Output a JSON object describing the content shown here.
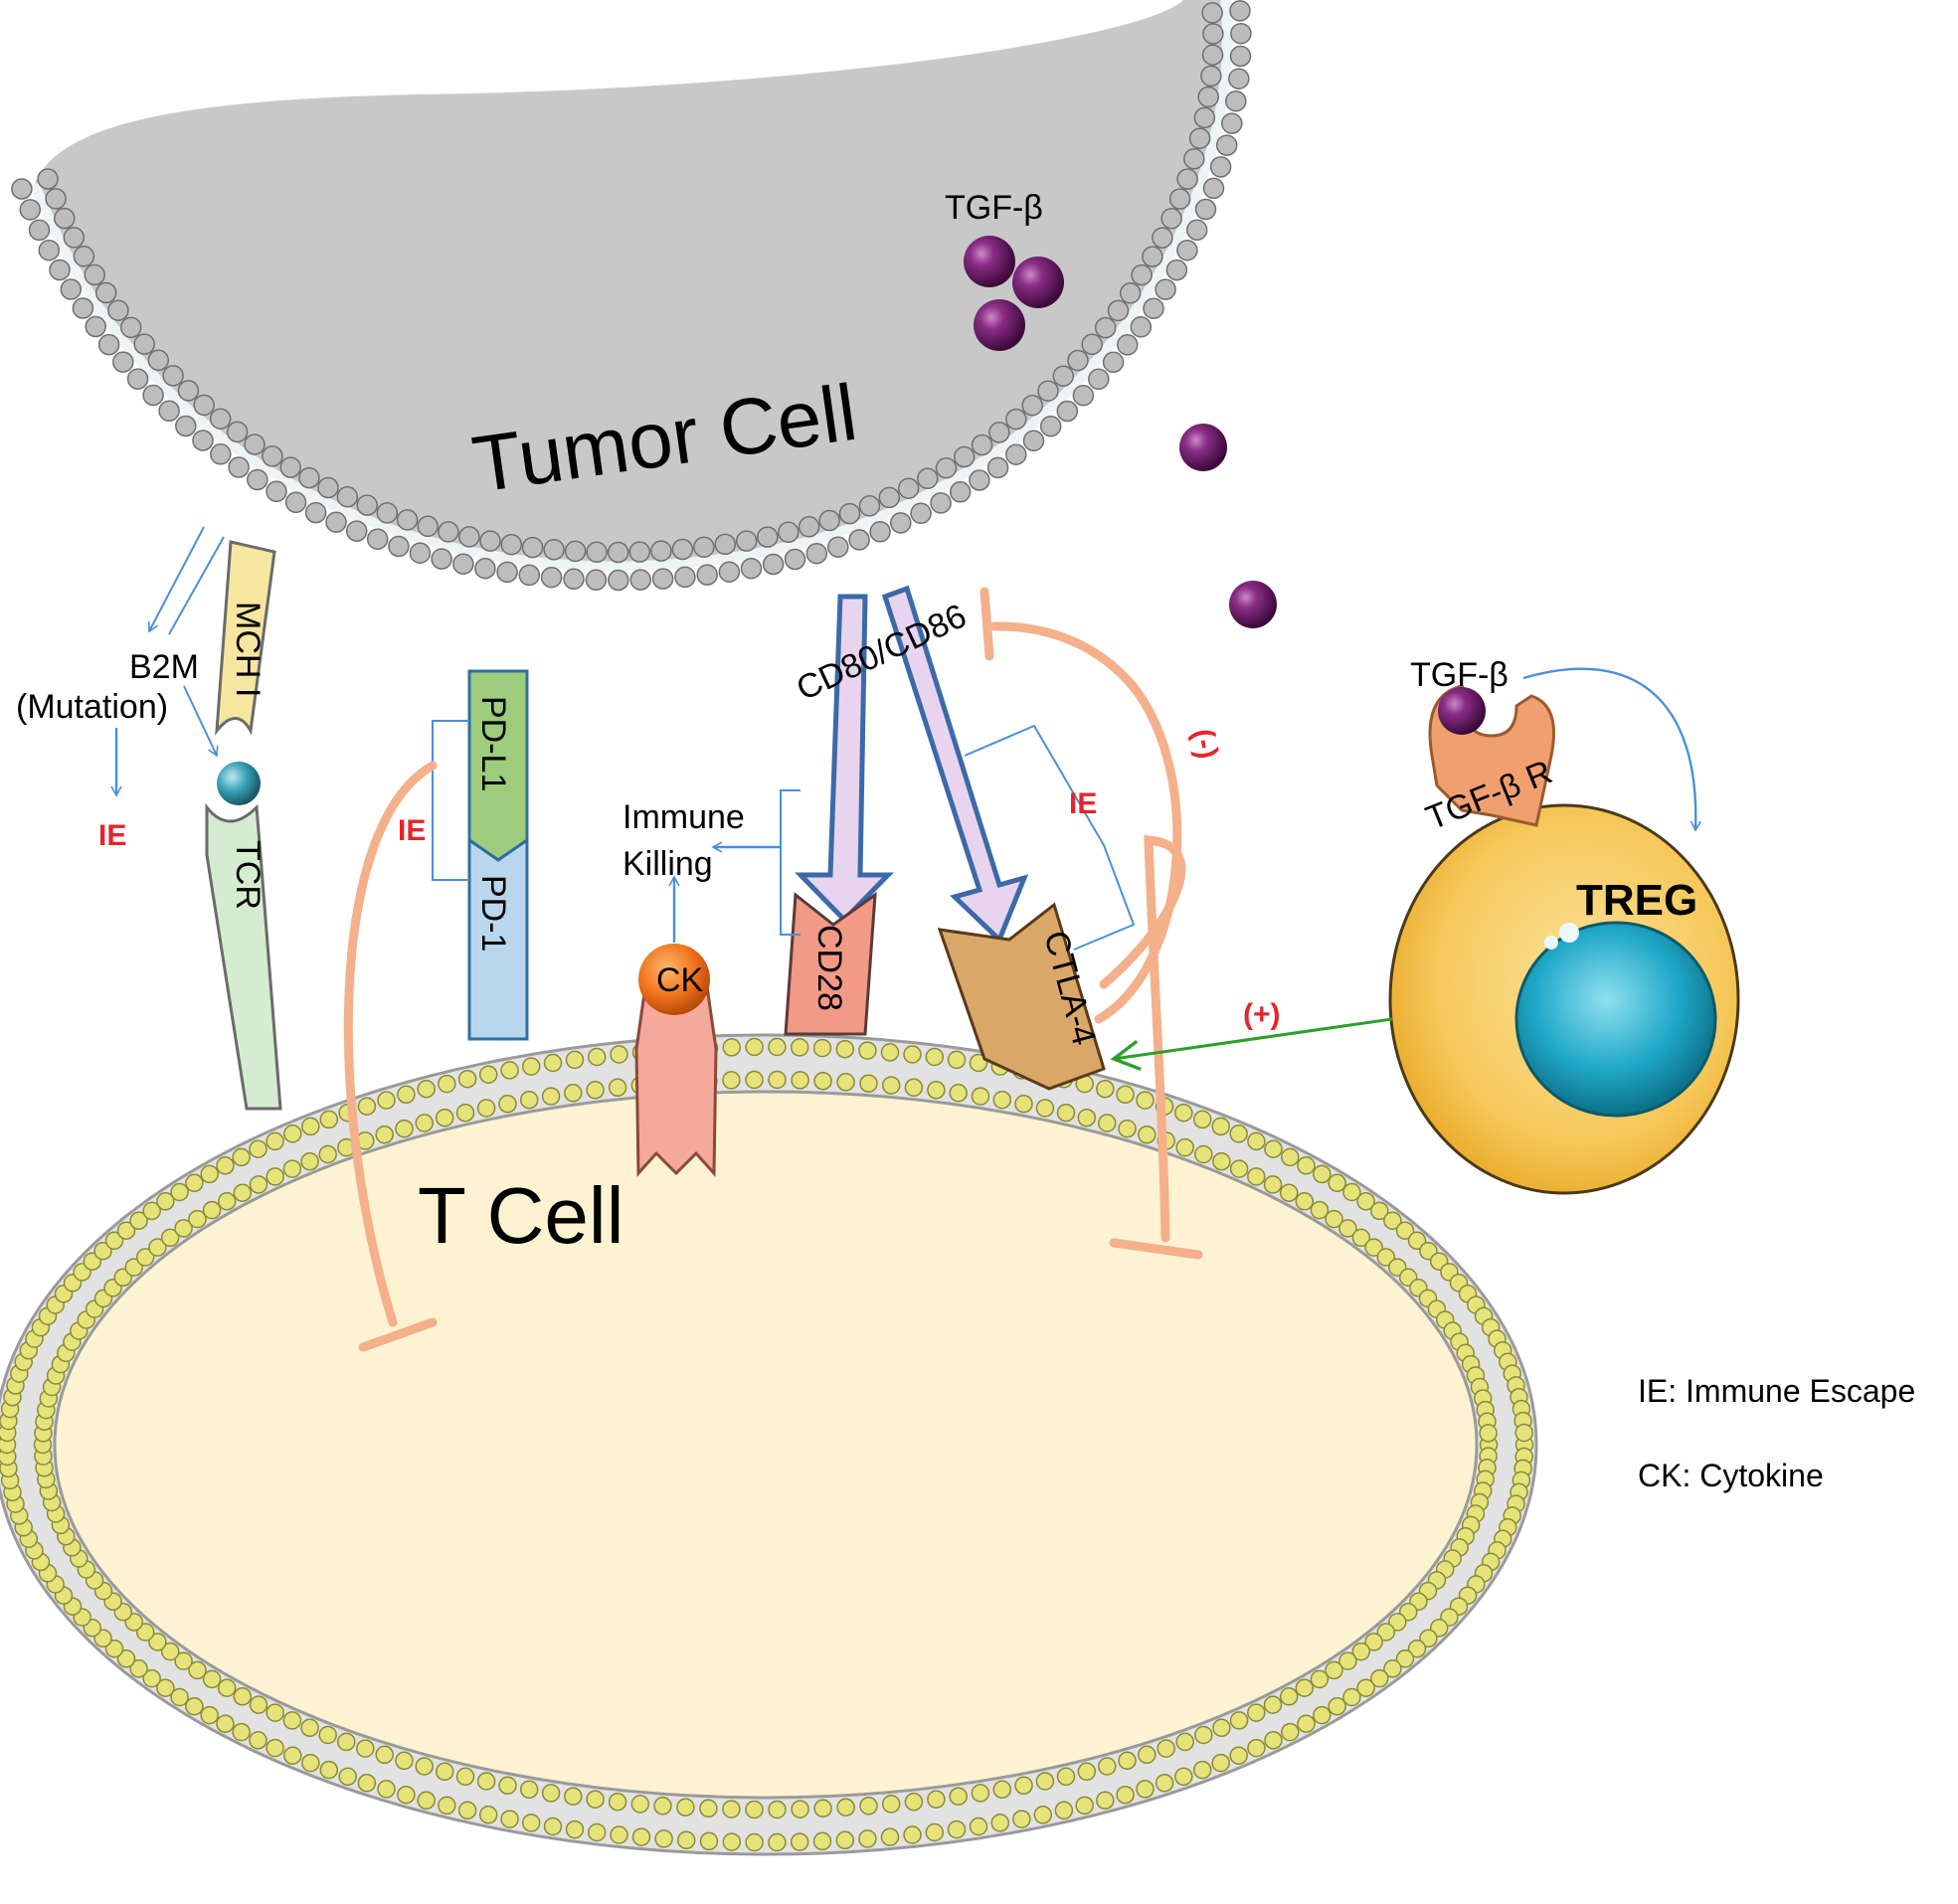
{
  "tumor_cell": {
    "label": "Tumor Cell"
  },
  "t_cell": {
    "label": "T Cell"
  },
  "treg_cell": {
    "label": "TREG"
  },
  "molecules": {
    "tgf_beta_top": "TGF-β",
    "tgf_beta_treg": "TGF-β",
    "tgf_beta_receptor": "TGF-β R",
    "mhc": "MCH I",
    "tcr": "TCR",
    "b2m": "B2M",
    "b2m_note": "(Mutation)",
    "pdl1": "PD-L1",
    "pd1": "PD-1",
    "cytokine": "CK",
    "cd28": "CD28",
    "cd80_cd86": "CD80/CD86",
    "ctla4": "CTLA-4"
  },
  "annotations": {
    "immune_killing_line1": "Immune",
    "immune_killing_line2": "Killing",
    "ie": "IE",
    "minus": "(-)",
    "plus": "(+)"
  },
  "legend": {
    "ie": "IE: Immune Escape",
    "ck": "CK: Cytokine"
  },
  "colors": {
    "tumor_fill": "#c8c8c8",
    "membrane_bead": "#bdbdbd",
    "t_cell_fill": "#fdf3d2",
    "t_cell_bead": "#e6e37a",
    "treg_fill": "#f4c14a",
    "treg_nucleus": "#1aa6c4",
    "tgf_beta": "#6b1b68",
    "inhibition": "#f4b08a",
    "signal_arrow": "#4a90d9",
    "activation_arrow": "#2aa02a",
    "ie_text": "#e3262d"
  }
}
